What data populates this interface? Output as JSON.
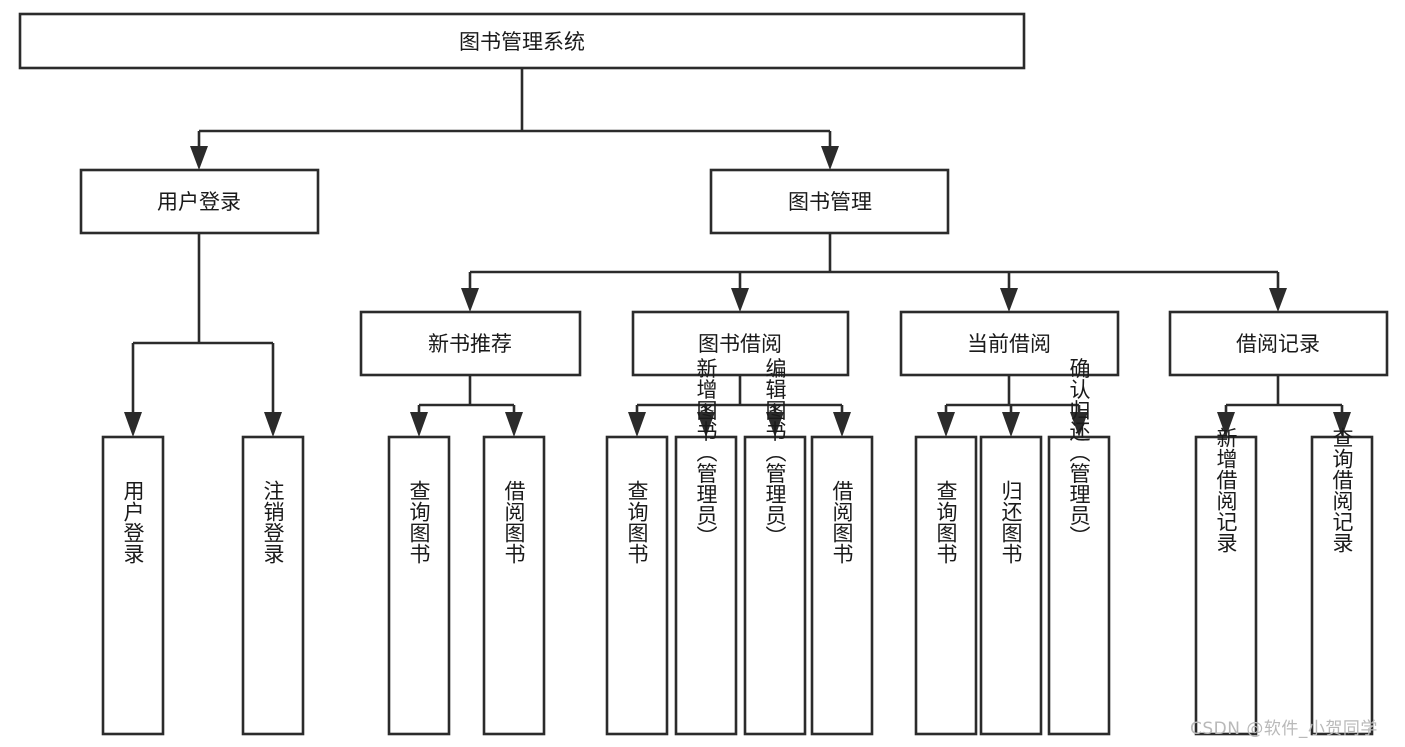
{
  "diagram": {
    "type": "tree-hierarchy",
    "title": "图书管理系统",
    "orientation": "top-down",
    "colors": {
      "box_stroke": "#2b2b2b",
      "box_fill": "#ffffff",
      "text": "#1a1a1a",
      "watermark": "#b9b9b9",
      "background": "#ffffff"
    },
    "levels": {
      "level1": {
        "label": "图书管理系统",
        "orientation": "horizontal"
      },
      "level2": [
        {
          "label": "用户登录",
          "orientation": "horizontal"
        },
        {
          "label": "图书管理",
          "orientation": "horizontal"
        }
      ],
      "level3": [
        {
          "label": "新书推荐",
          "orientation": "horizontal",
          "parent": "图书管理"
        },
        {
          "label": "图书借阅",
          "orientation": "horizontal",
          "parent": "图书管理"
        },
        {
          "label": "当前借阅",
          "orientation": "horizontal",
          "parent": "图书管理"
        },
        {
          "label": "借阅记录",
          "orientation": "horizontal",
          "parent": "图书管理"
        }
      ],
      "level4": [
        {
          "label": "用户登录",
          "orientation": "vertical",
          "parent": "用户登录"
        },
        {
          "label": "注销登录",
          "orientation": "vertical",
          "parent": "用户登录"
        },
        {
          "label": "查询图书",
          "orientation": "vertical",
          "parent": "新书推荐"
        },
        {
          "label": "借阅图书",
          "orientation": "vertical",
          "parent": "新书推荐"
        },
        {
          "label": "查询图书",
          "orientation": "vertical",
          "parent": "图书借阅"
        },
        {
          "label": "新增图书（管理员）",
          "orientation": "vertical",
          "parent": "图书借阅"
        },
        {
          "label": "编辑图书（管理员）",
          "orientation": "vertical",
          "parent": "图书借阅"
        },
        {
          "label": "借阅图书",
          "orientation": "vertical",
          "parent": "图书借阅"
        },
        {
          "label": "查询图书",
          "orientation": "vertical",
          "parent": "当前借阅"
        },
        {
          "label": "归还图书",
          "orientation": "vertical",
          "parent": "当前借阅"
        },
        {
          "label": "确认归还（管理员）",
          "orientation": "vertical",
          "parent": "当前借阅"
        },
        {
          "label": "新增借阅记录",
          "orientation": "vertical",
          "parent": "借阅记录"
        },
        {
          "label": "查询借阅记录",
          "orientation": "vertical",
          "parent": "借阅记录"
        }
      ]
    }
  },
  "watermark": {
    "text": "CSDN @软件_小贺同学"
  }
}
